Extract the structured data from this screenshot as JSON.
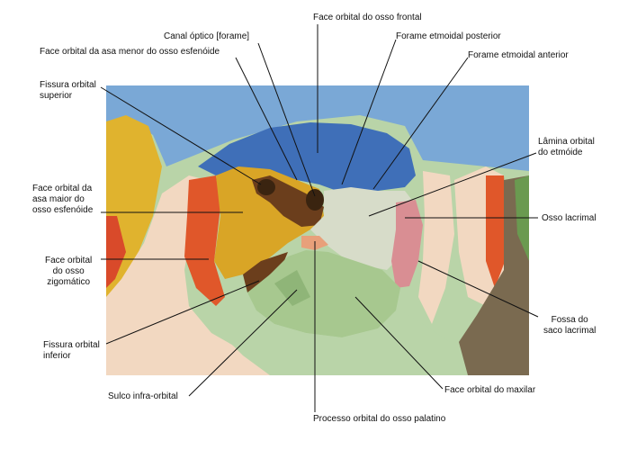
{
  "labels": {
    "face_orbital_frontal": "Face orbital do osso frontal",
    "canal_optico": "Canal óptico [forame]",
    "forame_etmoidal_posterior": "Forame etmoidal posterior",
    "face_orbital_asa_menor": "Face orbital da asa menor do osso esfenóide",
    "forame_etmoidal_anterior": "Forame etmoidal anterior",
    "fissura_orbital_superior": [
      "Fissura orbital",
      "superior"
    ],
    "lamina_orbital_etmoide": [
      "Lâmina orbital",
      "do etmóide"
    ],
    "face_orbital_asa_maior": [
      "Face orbital da",
      "asa maior do",
      "osso esfenóide"
    ],
    "osso_lacrimal": "Osso lacrimal",
    "face_orbital_zigomatico": [
      "Face orbital",
      "do osso",
      "zigomático"
    ],
    "fossa_saco_lacrimal": [
      "Fossa do",
      "saco lacrimal"
    ],
    "fissura_orbital_inferior": [
      "Fissura orbital",
      "inferior"
    ],
    "sulco_infra_orbital": "Sulco infra-orbital",
    "face_orbital_maxilar": "Face orbital do maxilar",
    "processo_orbital_palatino": "Processo orbital do osso palatino"
  },
  "colors": {
    "frontal": "#7aa8d6",
    "frontal_dark": "#3f6fb8",
    "sphenoid": "#d9a526",
    "sphenoid_dark": "#6b3e1c",
    "zygomatic": "#e0572a",
    "ethmoid": "#d7dcc9",
    "lacrimal": "#d98e93",
    "maxilla": "#a7c88f",
    "palatine": "#e8a07a",
    "bone": "#f2d8c1"
  }
}
